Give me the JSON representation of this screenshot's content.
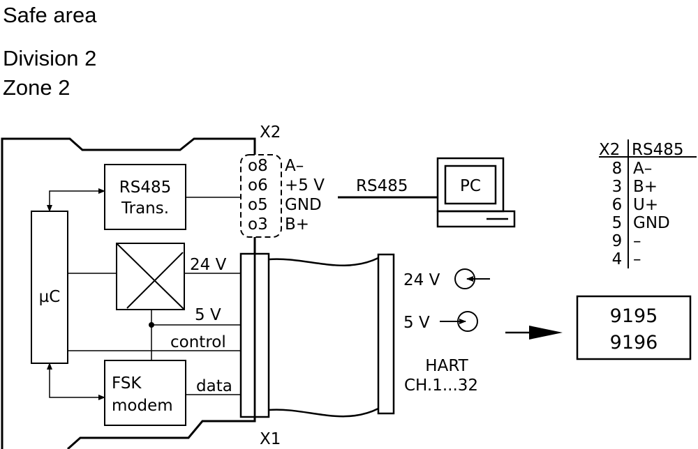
{
  "header": {
    "safe_area": "Safe area",
    "division": "Division 2",
    "zone": "Zone 2"
  },
  "diagram": {
    "x2_label": "X2",
    "x1_label": "X1",
    "rs485_block": {
      "line1": "RS485",
      "line2": "Trans."
    },
    "mc_block": "µC",
    "fsk_block": {
      "line1": "FSK",
      "line2": "modem"
    },
    "pins": [
      {
        "pin": "o8",
        "signal": "A–"
      },
      {
        "pin": "o6",
        "signal": "+5  V"
      },
      {
        "pin": "o5",
        "signal": "GND"
      },
      {
        "pin": "o3",
        "signal": "B+"
      }
    ],
    "rs485_link_label": "RS485",
    "pc_label": "PC",
    "supply_24v": "24  V",
    "supply_5v": "5  V",
    "control_label": "control",
    "data_label": "data",
    "src_24v": "24  V",
    "src_5v": "5  V",
    "hart": {
      "line1": "HART",
      "line2": "CH.1...32"
    },
    "devices": [
      "9195",
      "9196"
    ]
  },
  "pin_table": {
    "headers": [
      "X2",
      "RS485"
    ],
    "rows": [
      {
        "pin": "8",
        "signal": "A–"
      },
      {
        "pin": "3",
        "signal": "B+"
      },
      {
        "pin": "6",
        "signal": "U+"
      },
      {
        "pin": "5",
        "signal": "GND"
      },
      {
        "pin": "9",
        "signal": "–"
      },
      {
        "pin": "4",
        "signal": "–"
      }
    ]
  }
}
